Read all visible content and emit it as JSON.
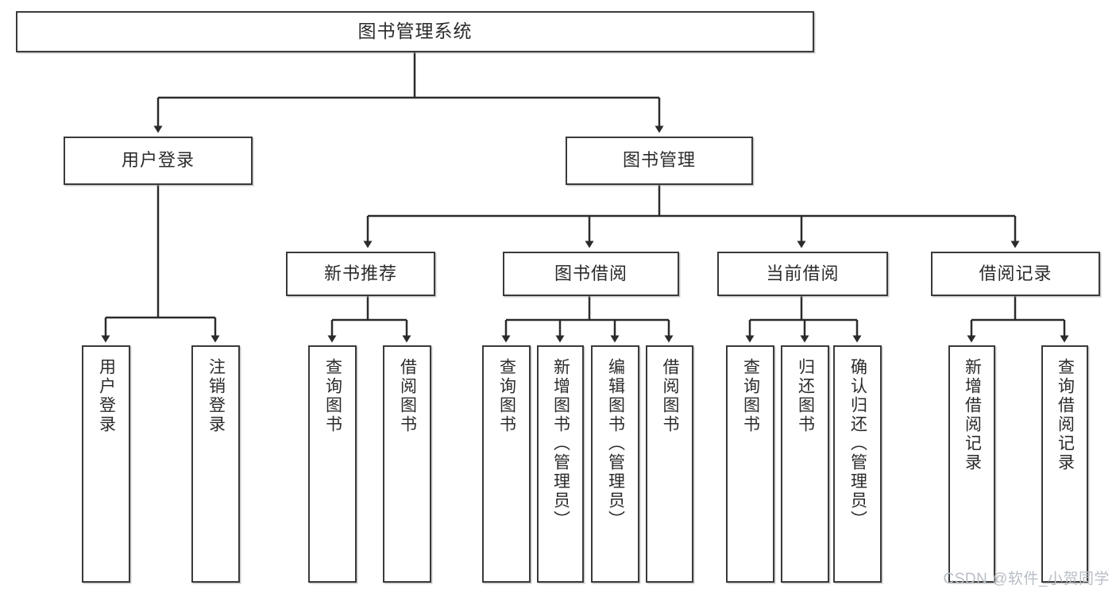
{
  "diagram": {
    "type": "tree",
    "title": "图书管理系统",
    "watermark": "CSDN @软件_小贺同学",
    "colors": {
      "box_border": "#3a3a3a",
      "box_fill": "#ffffff",
      "edge": "#2b2b2b",
      "text": "#2b2b2b",
      "watermark": "#b9bec6",
      "background": "#ffffff"
    },
    "root": {
      "label": "图书管理系统"
    },
    "level2": [
      {
        "label": "用户登录"
      },
      {
        "label": "图书管理"
      }
    ],
    "level3": [
      {
        "label": "新书推荐"
      },
      {
        "label": "图书借阅"
      },
      {
        "label": "当前借阅"
      },
      {
        "label": "借阅记录"
      }
    ],
    "leaves": {
      "user_login": [
        {
          "label": "用户登录"
        },
        {
          "label": "注销登录"
        }
      ],
      "new_book": [
        {
          "label": "查询图书"
        },
        {
          "label": "借阅图书"
        }
      ],
      "book_borrow": [
        {
          "label": "查询图书"
        },
        {
          "label": "新增图书（管理员）"
        },
        {
          "label": "编辑图书（管理员）"
        },
        {
          "label": "借阅图书"
        }
      ],
      "current_borrow": [
        {
          "label": "查询图书"
        },
        {
          "label": "归还图书"
        },
        {
          "label": "确认归还（管理员）"
        }
      ],
      "borrow_record": [
        {
          "label": "新增借阅记录"
        },
        {
          "label": "查询借阅记录"
        }
      ]
    }
  }
}
